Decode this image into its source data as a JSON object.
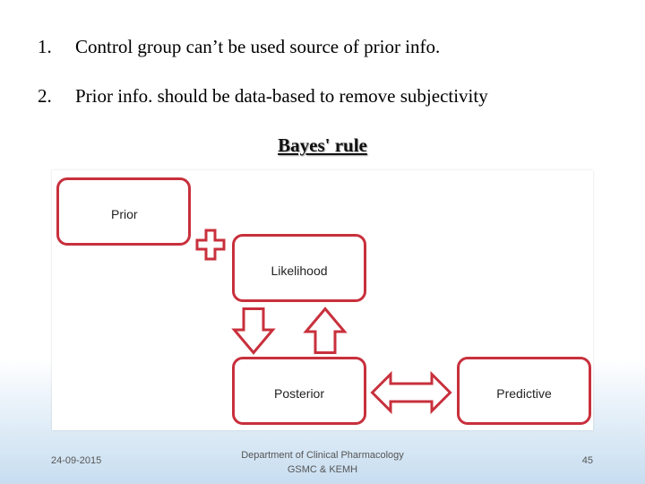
{
  "bullets": [
    {
      "number": "1.",
      "text": "Control group can’t be used source of prior info."
    },
    {
      "number": "2.",
      "text": "Prior info. should be data-based to remove subjectivity"
    }
  ],
  "heading": "Bayes' rule",
  "diagram": {
    "nodes": {
      "prior": "Prior",
      "likelihood": "Likelihood",
      "posterior": "Posterior",
      "predictive": "Predictive"
    },
    "colors": {
      "accent": "#c8303c"
    },
    "icons": [
      "plus-icon",
      "down-arrow-icon",
      "up-arrow-icon",
      "double-arrow-icon"
    ]
  },
  "footer": {
    "date": "24-09-2015",
    "department_line1": "Department of Clinical Pharmacology",
    "department_line2": "GSMC & KEMH",
    "page": "45"
  }
}
